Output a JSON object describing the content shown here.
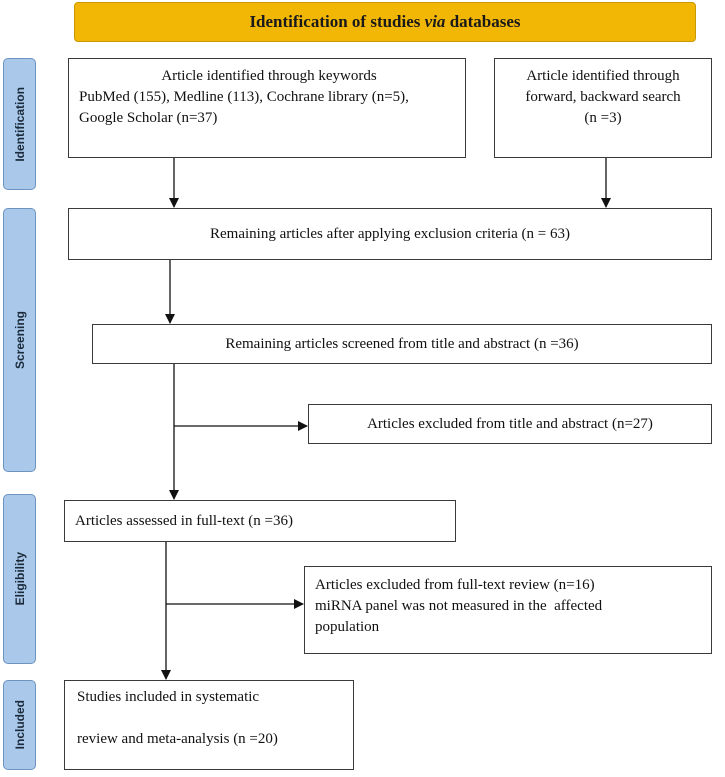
{
  "header": {
    "pre": "Identification of studies ",
    "italic": "via",
    "post": " databases"
  },
  "phases": {
    "identification": "Identification",
    "screening": "Screening",
    "eligibility": "Eligibility",
    "included": "Included"
  },
  "boxes": {
    "keywords": {
      "title": "Article identified through keywords",
      "line2": "PubMed (155), Medline (113), Cochrane library (n=5),",
      "line3": "Google Scholar (n=37)"
    },
    "forward": {
      "line1": "Article identified through",
      "line2": "forward, backward search",
      "line3": "(n =3)"
    },
    "remaining_exclusion": "Remaining articles after applying exclusion criteria (n = 63)",
    "remaining_screened": "Remaining articles screened from title and abstract (n =36)",
    "excluded_title": "Articles excluded from title and abstract (n=27)",
    "assessed_fulltext": "Articles assessed in full-text (n =36)",
    "excluded_fulltext": {
      "line1": "Articles excluded from full-text review (n=16)",
      "line2": "miRNA panel was not measured in the  affected",
      "line3": "population"
    },
    "included": {
      "line1": "Studies included in systematic",
      "line2": "review and meta-analysis (n =20)"
    }
  }
}
